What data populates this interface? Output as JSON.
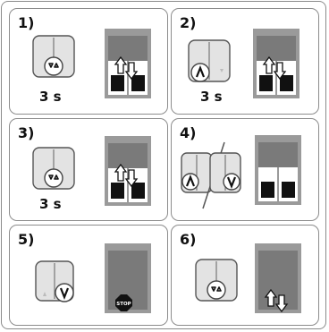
{
  "steps": [
    {
      "number": "1)",
      "button": "up-down",
      "duration": "3 s",
      "window_state": "half-closed",
      "arrow": "up-down-arrows"
    },
    {
      "number": "2)",
      "button": "up",
      "duration": "3 s",
      "window_state": "half-closed",
      "arrow": "up-down-arrows"
    },
    {
      "number": "3)",
      "button": "up-down",
      "duration": "3 s",
      "window_state": "half-closed",
      "arrow": "up-down-arrows"
    },
    {
      "number": "4)",
      "button": "up-or-down-crossed",
      "duration": "",
      "window_state": "half-closed",
      "arrow": ""
    },
    {
      "number": "5)",
      "button": "down",
      "duration": "",
      "window_state": "fully-closed",
      "arrow": "stop-sign"
    },
    {
      "number": "6)",
      "button": "up-down",
      "duration": "",
      "window_state": "fully-closed",
      "arrow": "up-down-arrows"
    }
  ],
  "stop_label": "STOP",
  "colors": {
    "shutter": "#7a7a7a",
    "frame": "#9a9a9a",
    "button": "#e3e3e3",
    "outline": "#555555"
  }
}
